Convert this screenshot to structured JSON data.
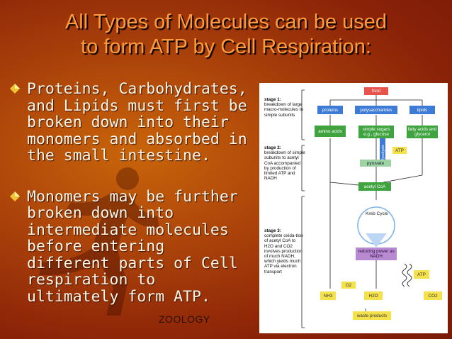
{
  "slide": {
    "title_line1": "All Types of Molecules can be used",
    "title_line2": "to form ATP by Cell Respiration:",
    "bullets": [
      "Proteins, Carbohydrates, and Lipids must first be broken down into their monomers and absorbed in the small intestine.",
      "Monomers may be further broken down into intermediate molecules before entering different parts of Cell respiration to ultimately form ATP."
    ],
    "footer": "ZOOLOGY"
  },
  "diagram": {
    "stage1_head": "stage 1:",
    "stage1_text": "breakdown of large macro-molecules to simple subunits",
    "stage2_head": "stage 2:",
    "stage2_text": "breakdown of simple subunits to acetyl CoA accompanied by production of limited ATP and NADH",
    "stage3_head": "stage 3:",
    "stage3_text": "complete oxida-tion of acetyl CoA to H2O and CO2 involves production of much NADH, which yields much ATP via electron transport",
    "food": "food",
    "proteins": "proteins",
    "polysaccharides": "polysaccharides",
    "lipids": "lipids",
    "amino_acids": "amino acids",
    "simple_sugars": "simple sugars e.g., glucose",
    "fatty_acids": "fatty acids and glycerol",
    "glycolysis": "glycolysis",
    "atp_small": "ATP",
    "pyruvate": "pyruvate",
    "acetyl_coa": "acetyl CoA",
    "krebs": "Kreb Cycle",
    "reducing_power": "reducing power as NADH",
    "atp_big": "ATP",
    "o2": "O2",
    "nh3": "NH3",
    "h2o": "H2O",
    "co2": "CO2",
    "waste": "waste products"
  }
}
